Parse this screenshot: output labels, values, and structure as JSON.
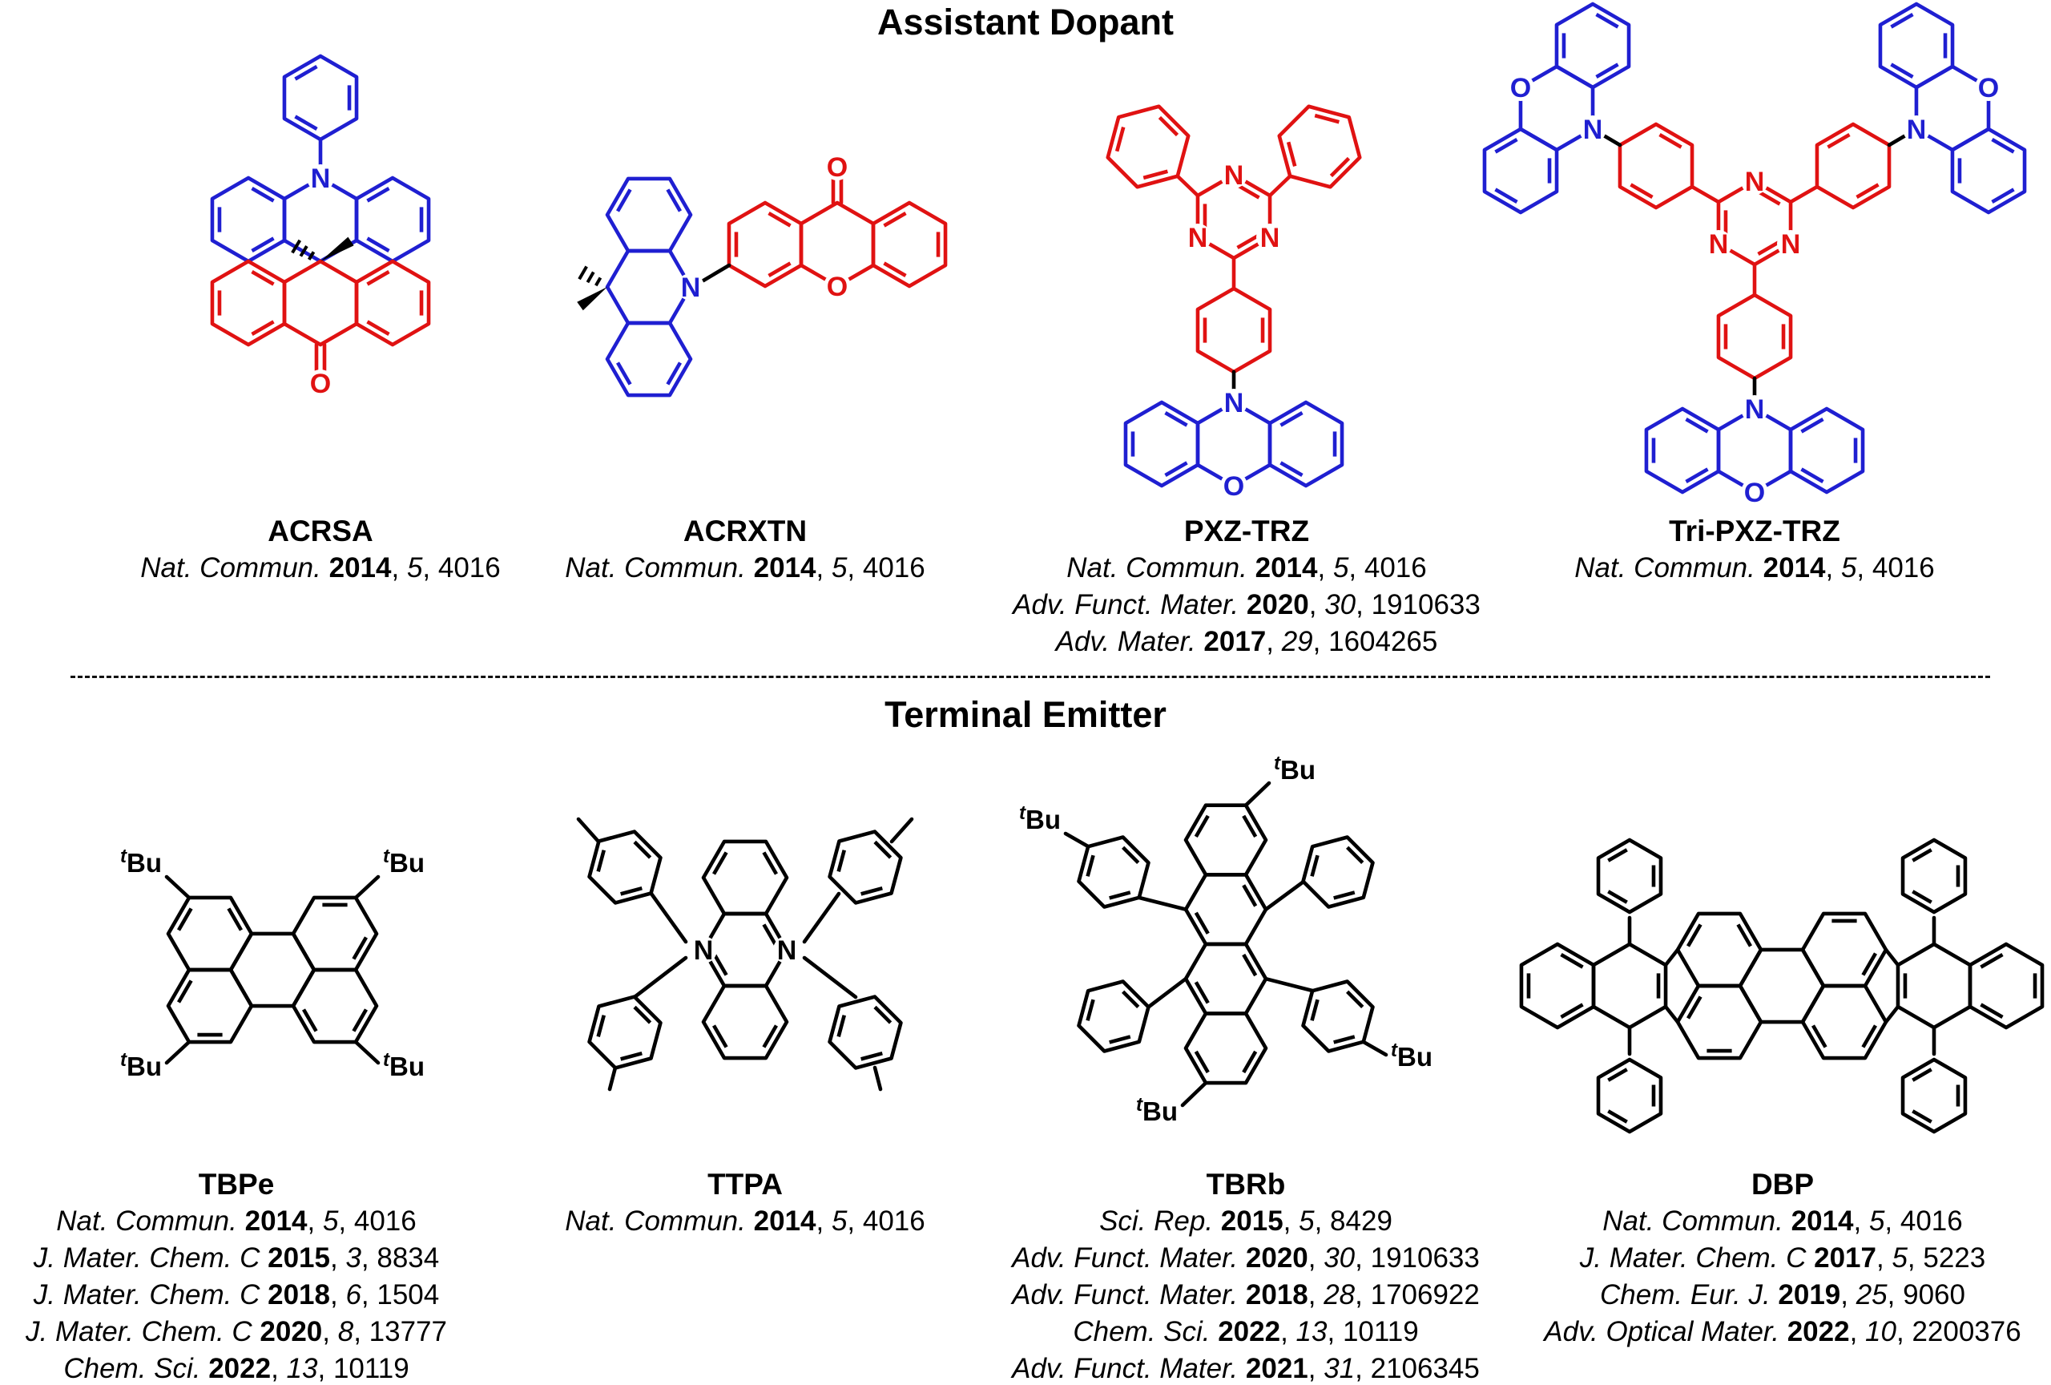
{
  "sections": {
    "top": "Assistant Dopant",
    "bottom": "Terminal Emitter"
  },
  "sep": ", ",
  "colors": {
    "blue": "#1f1fd1",
    "red": "#e01212",
    "black": "#000000"
  },
  "atoms": {
    "nitrogen": "N",
    "oxygen": "O",
    "tbu_sup": "t",
    "tbu_main": "Bu"
  },
  "molecules": [
    {
      "name": "ACRSA",
      "refs": [
        {
          "j": "Nat. Commun. ",
          "y": "2014",
          "v": "5",
          "p": "4016"
        }
      ]
    },
    {
      "name": "ACRXTN",
      "refs": [
        {
          "j": "Nat. Commun. ",
          "y": "2014",
          "v": "5",
          "p": "4016"
        }
      ]
    },
    {
      "name": "PXZ-TRZ",
      "refs": [
        {
          "j": "Nat. Commun. ",
          "y": "2014",
          "v": "5",
          "p": "4016"
        },
        {
          "j": "Adv. Funct. Mater. ",
          "y": "2020",
          "v": "30",
          "p": "1910633"
        },
        {
          "j": "Adv. Mater. ",
          "y": "2017",
          "v": "29",
          "p": "1604265"
        }
      ]
    },
    {
      "name": "Tri-PXZ-TRZ",
      "refs": [
        {
          "j": "Nat. Commun. ",
          "y": "2014",
          "v": "5",
          "p": "4016"
        }
      ]
    },
    {
      "name": "TBPe",
      "refs": [
        {
          "j": "Nat. Commun. ",
          "y": "2014",
          "v": "5",
          "p": "4016"
        },
        {
          "j": "J. Mater. Chem. C ",
          "y": "2015",
          "v": "3",
          "p": "8834"
        },
        {
          "j": "J. Mater. Chem. C ",
          "y": "2018",
          "v": "6",
          "p": "1504"
        },
        {
          "j": "J. Mater. Chem. C ",
          "y": "2020",
          "v": "8",
          "p": "13777"
        },
        {
          "j": "Chem. Sci. ",
          "y": "2022",
          "v": "13",
          "p": "10119"
        }
      ]
    },
    {
      "name": "TTPA",
      "refs": [
        {
          "j": "Nat. Commun. ",
          "y": "2014",
          "v": "5",
          "p": "4016"
        }
      ]
    },
    {
      "name": "TBRb",
      "refs": [
        {
          "j": "Sci. Rep. ",
          "y": "2015",
          "v": "5",
          "p": "8429"
        },
        {
          "j": "Adv. Funct. Mater. ",
          "y": "2020",
          "v": "30",
          "p": "1910633"
        },
        {
          "j": "Adv. Funct. Mater. ",
          "y": "2018",
          "v": "28",
          "p": "1706922"
        },
        {
          "j": "Chem. Sci. ",
          "y": "2022",
          "v": "13",
          "p": "10119"
        },
        {
          "j": "Adv. Funct. Mater. ",
          "y": "2021",
          "v": "31",
          "p": "2106345"
        }
      ]
    },
    {
      "name": "DBP",
      "refs": [
        {
          "j": "Nat. Commun. ",
          "y": "2014",
          "v": "5",
          "p": "4016"
        },
        {
          "j": "J. Mater. Chem. C ",
          "y": "2017",
          "v": "5",
          "p": "5223"
        },
        {
          "j": "Chem. Eur. J. ",
          "y": "2019",
          "v": "25",
          "p": "9060"
        },
        {
          "j": "Adv. Optical Mater. ",
          "y": "2022",
          "v": "10",
          "p": "2200376"
        }
      ]
    }
  ]
}
